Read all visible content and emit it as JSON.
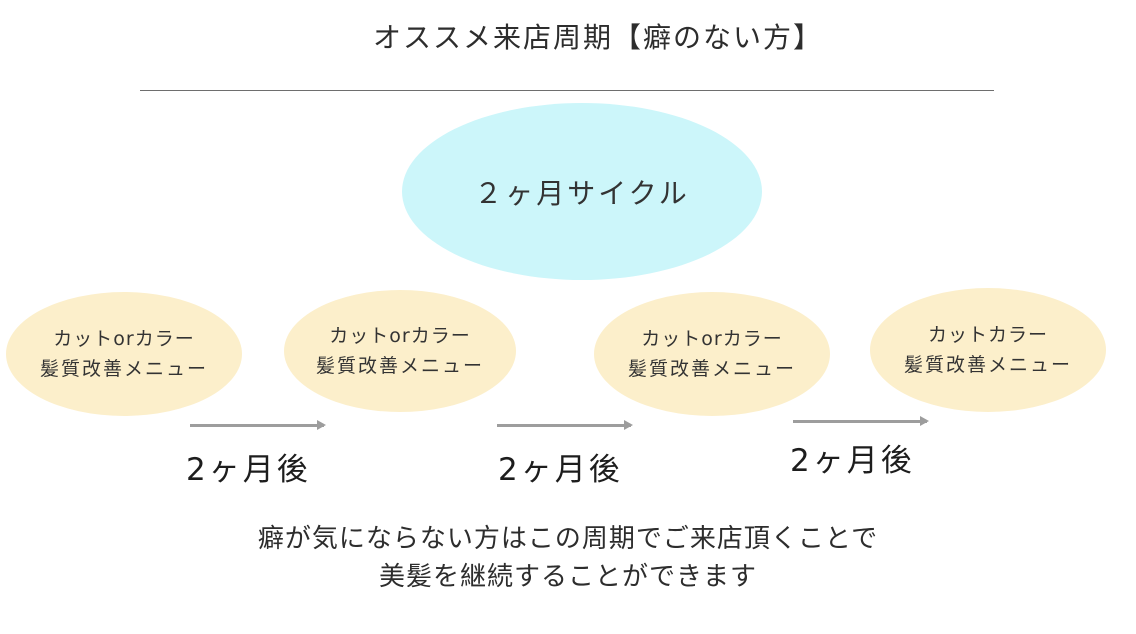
{
  "header": {
    "title": "オススメ来店周期【癖のない方】"
  },
  "cycle": {
    "label": "２ヶ月サイクル"
  },
  "visits": [
    {
      "line1": "カットorカラー",
      "line2": "髪質改善メニュー"
    },
    {
      "line1": "カットorカラー",
      "line2": "髪質改善メニュー"
    },
    {
      "line1": "カットorカラー",
      "line2": "髪質改善メニュー"
    },
    {
      "line1": "カットカラー",
      "line2": "髪質改善メニュー"
    }
  ],
  "intervals": [
    {
      "label": "2ヶ月後"
    },
    {
      "label": "2ヶ月後"
    },
    {
      "label": "2ヶ月後"
    }
  ],
  "footer": {
    "line1": "癖が気にならない方はこの周期でご来店頂くことで",
    "line2": "美髪を継続することができます"
  },
  "colors": {
    "cycle_fill": "#ccf6fa",
    "visit_fill": "#fcefcb",
    "arrow": "#9d9d9d",
    "rule": "#6e6e6e"
  }
}
